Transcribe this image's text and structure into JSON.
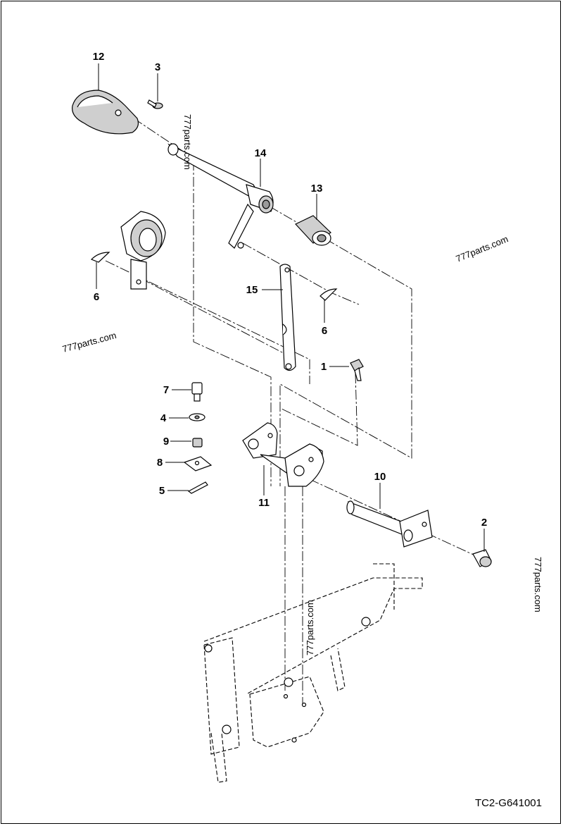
{
  "drawing_code": "TC2-G641001",
  "watermarks": [
    "777parts.com",
    "777parts.com",
    "777parts.com",
    "777parts.com",
    "777parts.com"
  ],
  "callouts": {
    "c12": "12",
    "c3": "3",
    "c14": "14",
    "c13": "13",
    "c6a": "6",
    "c15": "15",
    "c6b": "6",
    "c1": "1",
    "c7": "7",
    "c4": "4",
    "c9": "9",
    "c8": "8",
    "c5": "5",
    "c11": "11",
    "c10": "10",
    "c2": "2"
  }
}
